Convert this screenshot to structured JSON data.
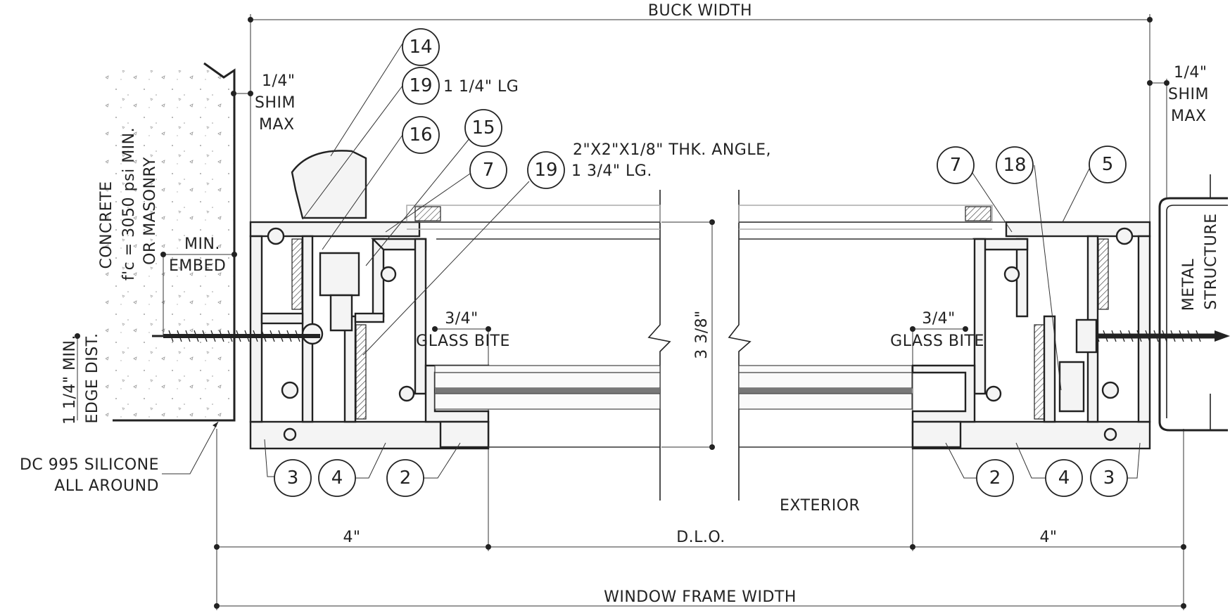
{
  "dimensions": {
    "buck_width": "BUCK WIDTH",
    "window_frame_width": "WINDOW FRAME WIDTH",
    "dlo": "D.L.O.",
    "left_4in": "4\"",
    "right_4in": "4\"",
    "depth": "3 3/8\""
  },
  "notes": {
    "shim_left": [
      "1/4\"",
      "SHIM",
      "MAX"
    ],
    "shim_right": [
      "1/4\"",
      "SHIM",
      "MAX"
    ],
    "concrete": [
      "CONCRETE",
      "f'c = 3050 psi MIN.",
      "OR MASONRY"
    ],
    "min_embed": [
      "MIN.",
      "EMBED"
    ],
    "edge_dist": [
      "1 1/4\" MIN.",
      "EDGE DIST."
    ],
    "silicone": [
      "DC 995 SILICONE",
      "ALL AROUND"
    ],
    "glass_bite_left": [
      "3/4\"",
      "GLASS BITE"
    ],
    "glass_bite_right": [
      "3/4\"",
      "GLASS BITE"
    ],
    "angle": [
      "2\"X2\"X1/8\" THK. ANGLE,",
      "1 3/4\" LG."
    ],
    "screw_len": "1 1/4\" LG",
    "exterior": "EXTERIOR",
    "metal_structure": [
      "METAL",
      "STRUCTURE"
    ]
  },
  "callouts": {
    "c14": "14",
    "c19a": "19",
    "c16": "16",
    "c15": "15",
    "c7a": "7",
    "c19b": "19",
    "c7b": "7",
    "c18": "18",
    "c5": "5",
    "c3a": "3",
    "c4a": "4",
    "c2a": "2",
    "c2b": "2",
    "c4b": "4",
    "c3b": "3"
  }
}
